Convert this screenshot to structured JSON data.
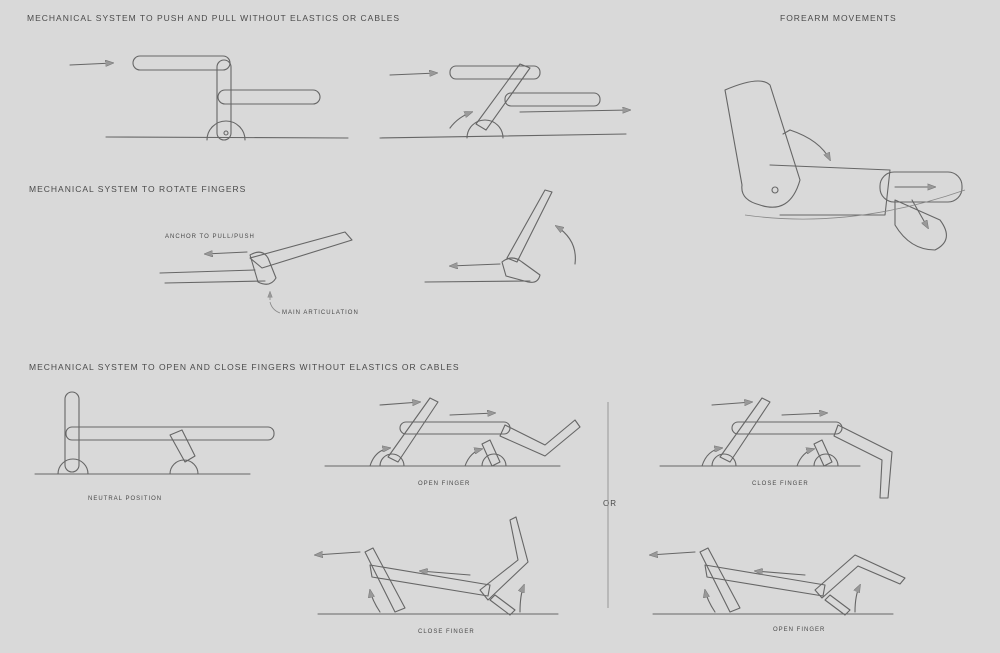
{
  "headings": {
    "push_pull": "MECHANICAL SYSTEM TO PUSH AND PULL WITHOUT ELASTICS OR CABLES",
    "forearm": "FOREARM MOVEMENTS",
    "rotate": "MECHANICAL SYSTEM TO ROTATE FINGERS",
    "open_close": "MECHANICAL SYSTEM TO OPEN AND CLOSE FINGERS WITHOUT ELASTICS OR CABLES"
  },
  "annotations": {
    "anchor": "ANCHOR TO PULL/PUSH",
    "main_articulation": "MAIN ARTICULATION",
    "neutral": "NEUTRAL POSITION",
    "open_finger_1": "OPEN FINGER",
    "close_finger_1": "CLOSE FINGER",
    "or": "OR",
    "close_finger_2": "CLOSE FINGER",
    "open_finger_2": "OPEN FINGER"
  },
  "colors": {
    "background": "#d9d9d9",
    "ink": "#666666"
  }
}
